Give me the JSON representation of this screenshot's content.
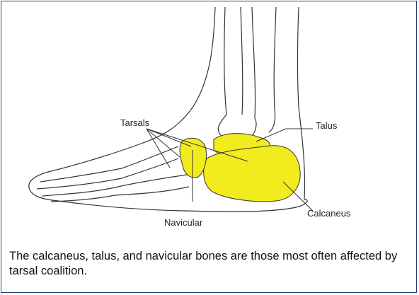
{
  "figure": {
    "labels": {
      "tarsals": "Tarsals",
      "talus": "Talus",
      "navicular": "Navicular",
      "calcaneus": "Calcaneus"
    },
    "caption": "The calcaneus, talus, and navicular bones are those most often affected by tarsal coalition.",
    "colors": {
      "border": "#1f3f73",
      "highlight": "#f2ec1e",
      "line": "#333333"
    }
  }
}
